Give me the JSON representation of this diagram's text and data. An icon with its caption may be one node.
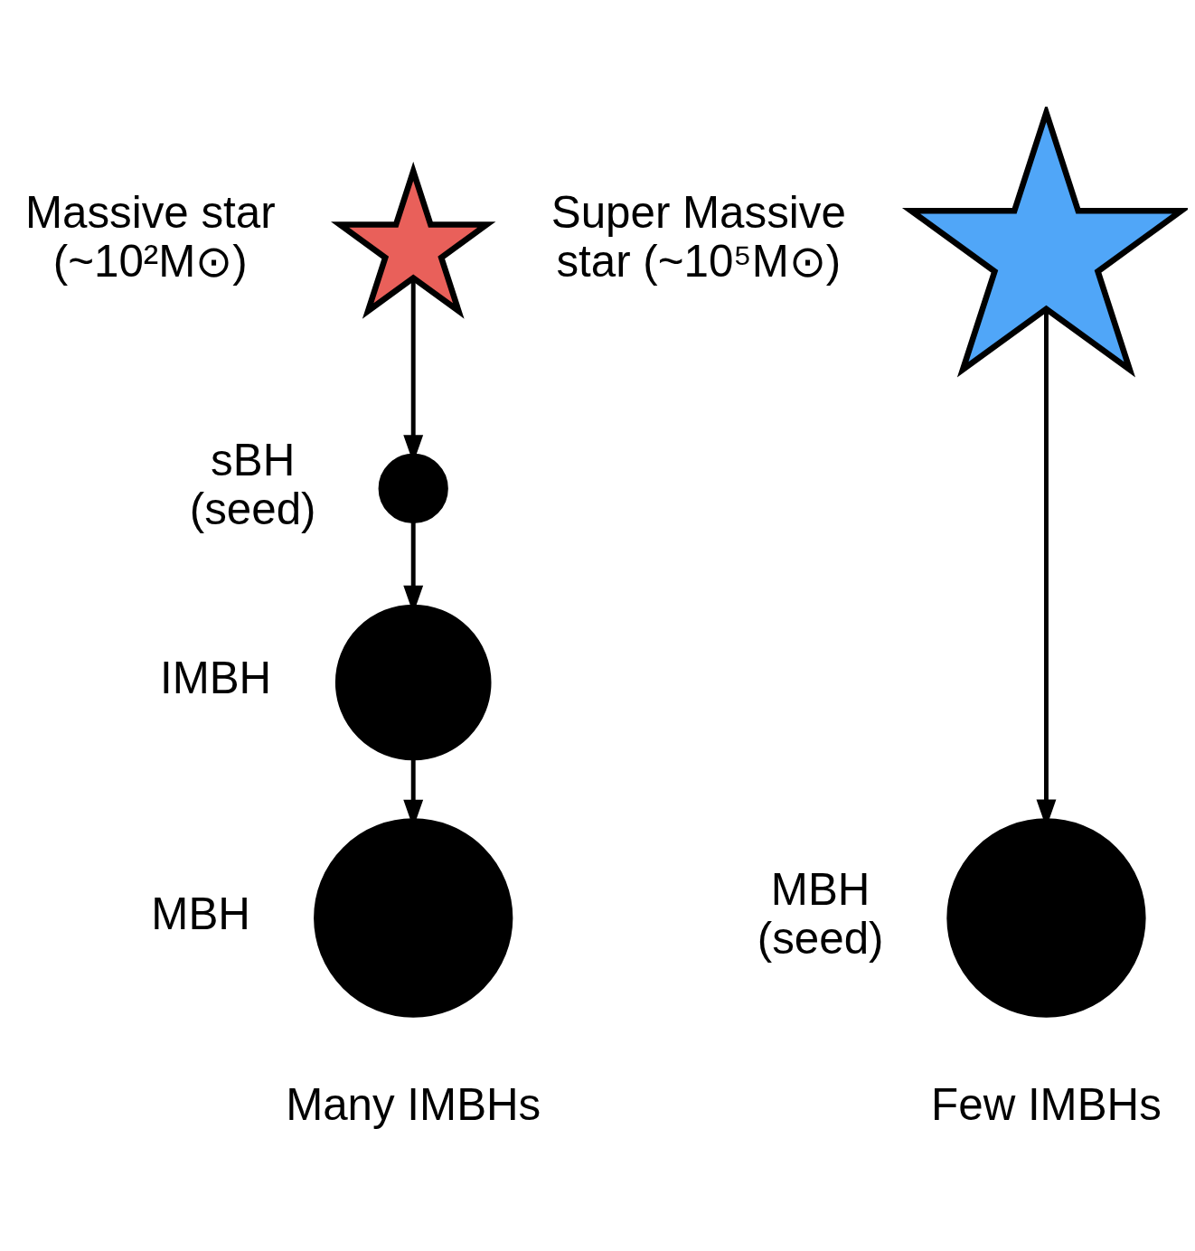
{
  "diagram": {
    "nodes": [
      {
        "text": [],
        "shape": "star",
        "beside": [
          "Massive star (~10²M⊙)"
        ]
      },
      {
        "text": [],
        "shape": "circle",
        "beside": [
          "sBH (seed)"
        ]
      },
      {
        "text": [],
        "shape": "circle",
        "beside": [
          "IMBH"
        ]
      },
      {
        "text": [],
        "shape": "circle",
        "beside": [
          "MBH"
        ]
      },
      {
        "text": [],
        "shape": "star",
        "beside": [
          "Super Massive star (~10⁵M⊙)"
        ]
      },
      {
        "text": [],
        "shape": "circle",
        "beside": [
          "MBH (seed)"
        ]
      }
    ],
    "edges": [
      {
        "from": 0,
        "to": 1,
        "arrow": "to"
      },
      {
        "from": 1,
        "to": 2,
        "arrow": "to"
      },
      {
        "from": 2,
        "to": 3,
        "arrow": "to"
      },
      {
        "from": 4,
        "to": 5,
        "arrow": "to"
      }
    ],
    "labels": [
      "Many IMBHs",
      "Few IMBHs"
    ]
  }
}
